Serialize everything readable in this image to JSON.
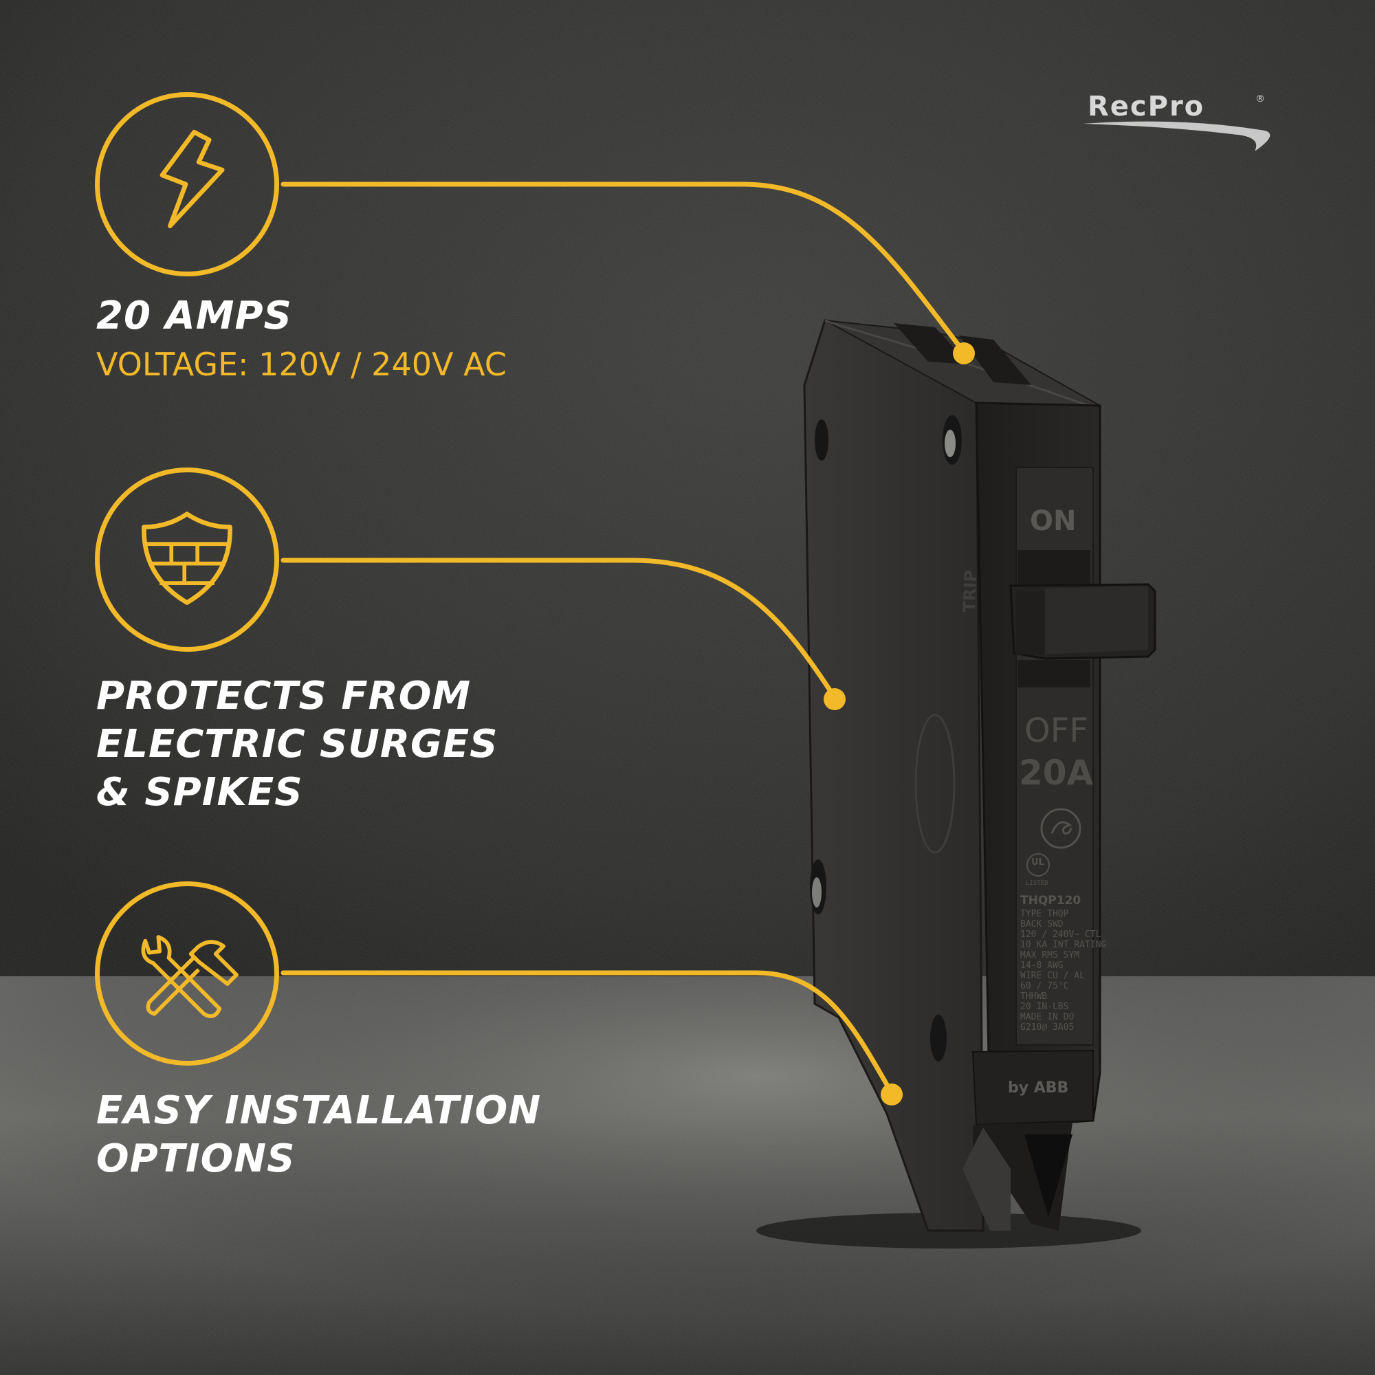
{
  "brand": {
    "name": "RecPro",
    "reg_mark": "®"
  },
  "features": [
    {
      "icon": "lightning-bolt-icon",
      "title_lines": [
        "20 AMPS"
      ],
      "subtitle": "VOLTAGE: 120V / 240V AC"
    },
    {
      "icon": "shield-icon",
      "title_lines": [
        "PROTECTS FROM",
        "ELECTRIC SURGES",
        "& SPIKES"
      ]
    },
    {
      "icon": "wrench-hammer-icon",
      "title_lines": [
        "EASY INSTALLATION",
        "OPTIONS"
      ]
    }
  ],
  "product": {
    "on_label": "ON",
    "off_label": "OFF",
    "amp_label": "20A",
    "trip_label": "TRIP",
    "maker_tag": "by ABB",
    "model": "THQP120",
    "fine_print": [
      "TYPE THQP",
      "BACK SWD",
      "120 / 240V~ CTL",
      "10 KA INT RATING",
      "MAX RMS SYM",
      "14-8 AWG",
      "WIRE CU / AL",
      "60 / 75°C",
      "THHWB",
      "20 IN-LBS",
      "MADE IN DO",
      "G210@ 3A05"
    ],
    "ul_mark": "UL",
    "ul_listed": "LISTED"
  },
  "colors": {
    "accent": "#f2b928",
    "text": "#ffffff",
    "background": "#2b2b2b",
    "breaker": "#292726"
  }
}
